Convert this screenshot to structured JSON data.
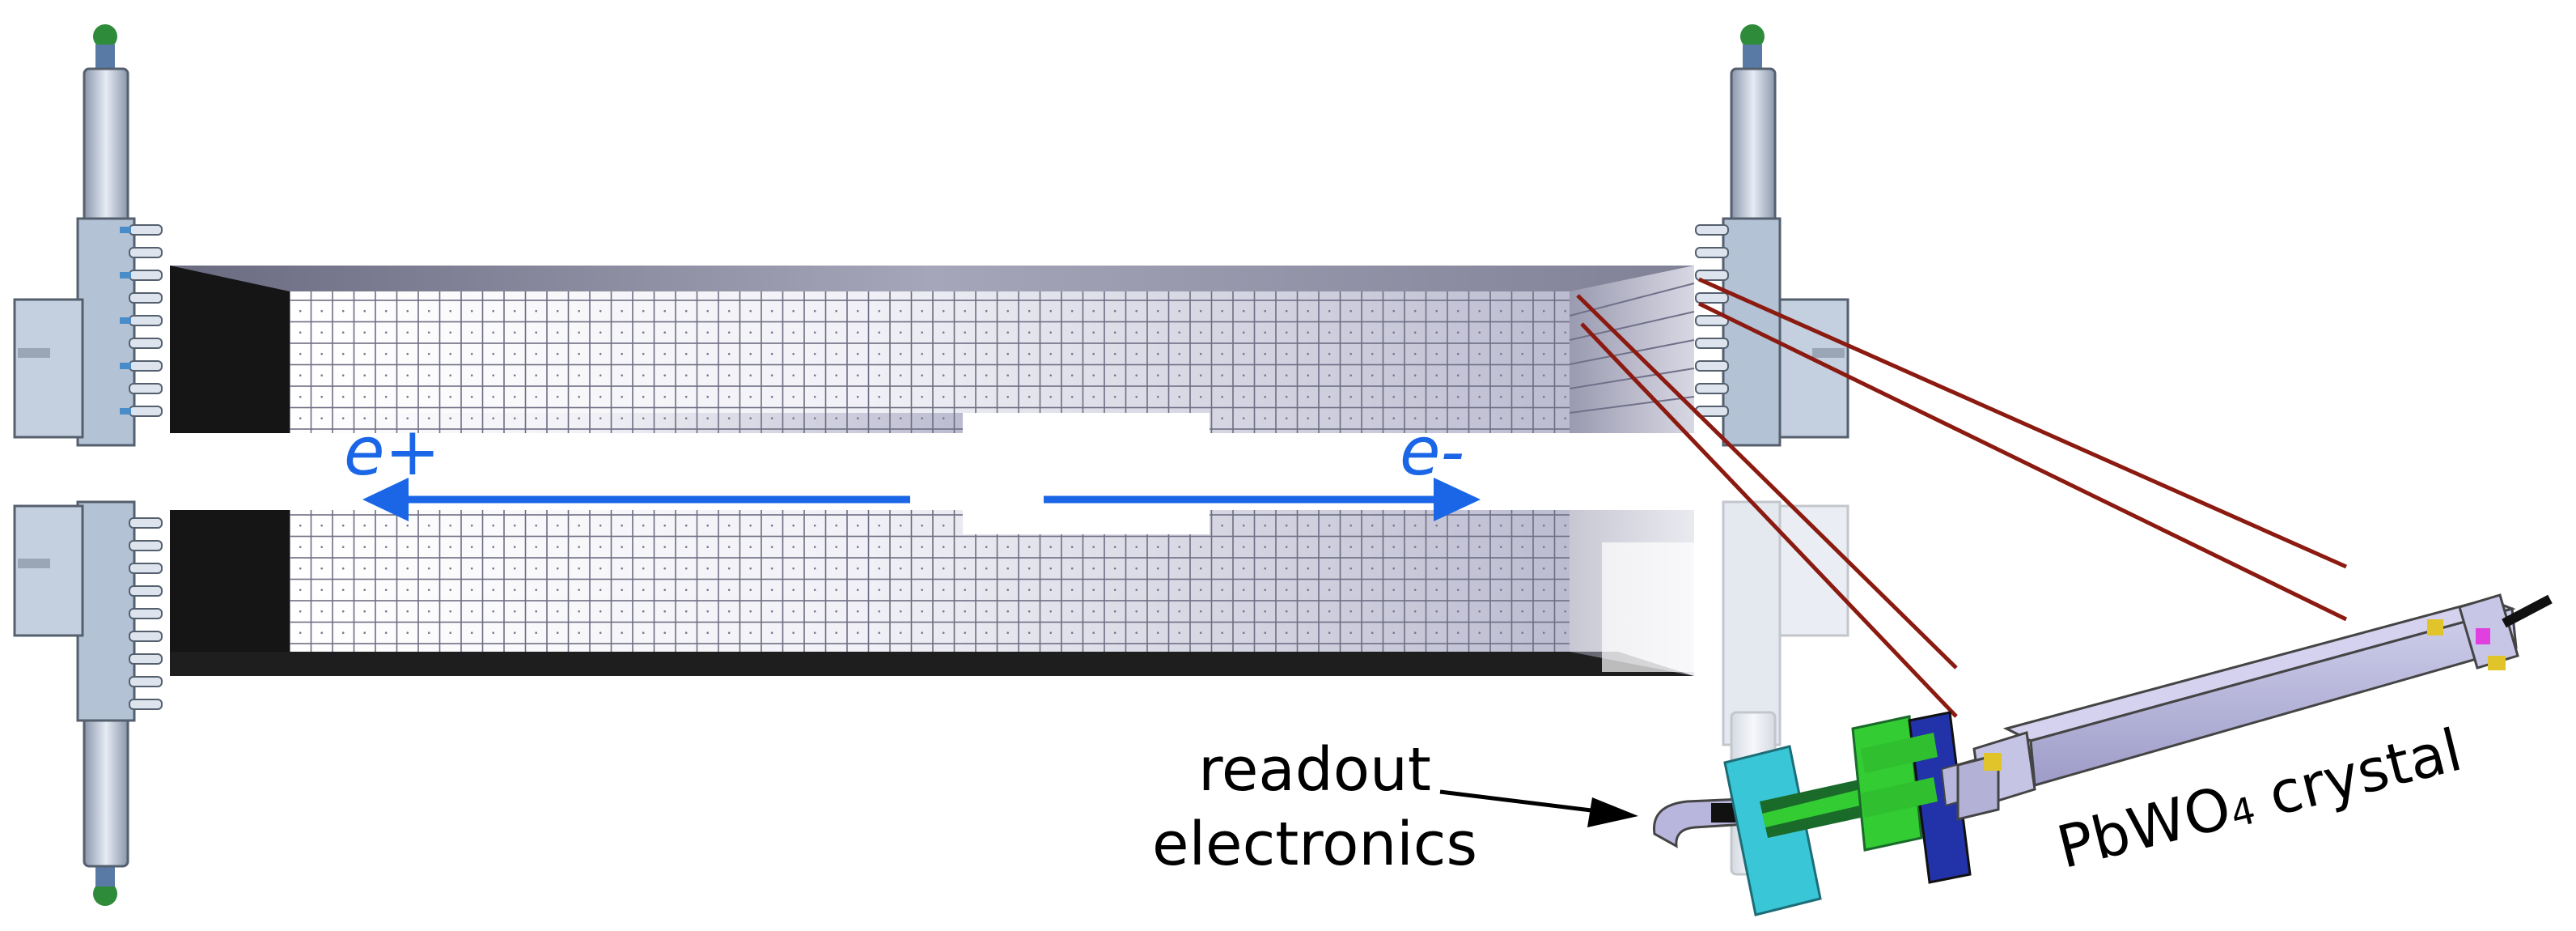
{
  "labels": {
    "positron": "e+",
    "electron": "e-",
    "readout_line1": "readout",
    "readout_line2": "electronics",
    "crystal_main": "PbWO",
    "crystal_sub": "4",
    "crystal_tail": " crystal"
  },
  "colors": {
    "beam_arrow": "#1a66e6",
    "leader_line": "#8b1a10",
    "crystal_grid": "#f5f5fb",
    "shade_dark": "#1a1a1a",
    "housing_slate": "#a8b4cc",
    "board_cyan": "#39c6d6",
    "board_green": "#33cc33",
    "board_blue": "#2233aa",
    "crystal_body": "#b8b6dc"
  },
  "icons": [
    "support-post",
    "crystal-array",
    "beam-arrow",
    "crystal-module",
    "readout-board"
  ]
}
